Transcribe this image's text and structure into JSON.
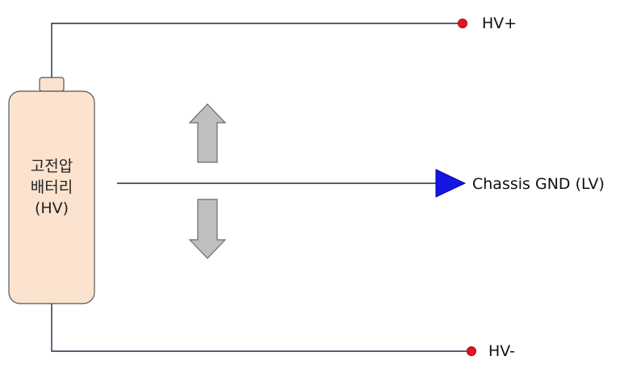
{
  "battery": {
    "line1": "고전압",
    "line2": "배터리",
    "line3": "(HV)"
  },
  "terminals": {
    "positive": "HV+",
    "negative": "HV-"
  },
  "ground": {
    "label": "Chassis GND (LV)"
  },
  "colors": {
    "battery_fill": "#fbe3cf",
    "terminal_dot": "#e8141c",
    "ground_arrow": "#1515e6",
    "block_arrow": "#bfbfbf"
  }
}
